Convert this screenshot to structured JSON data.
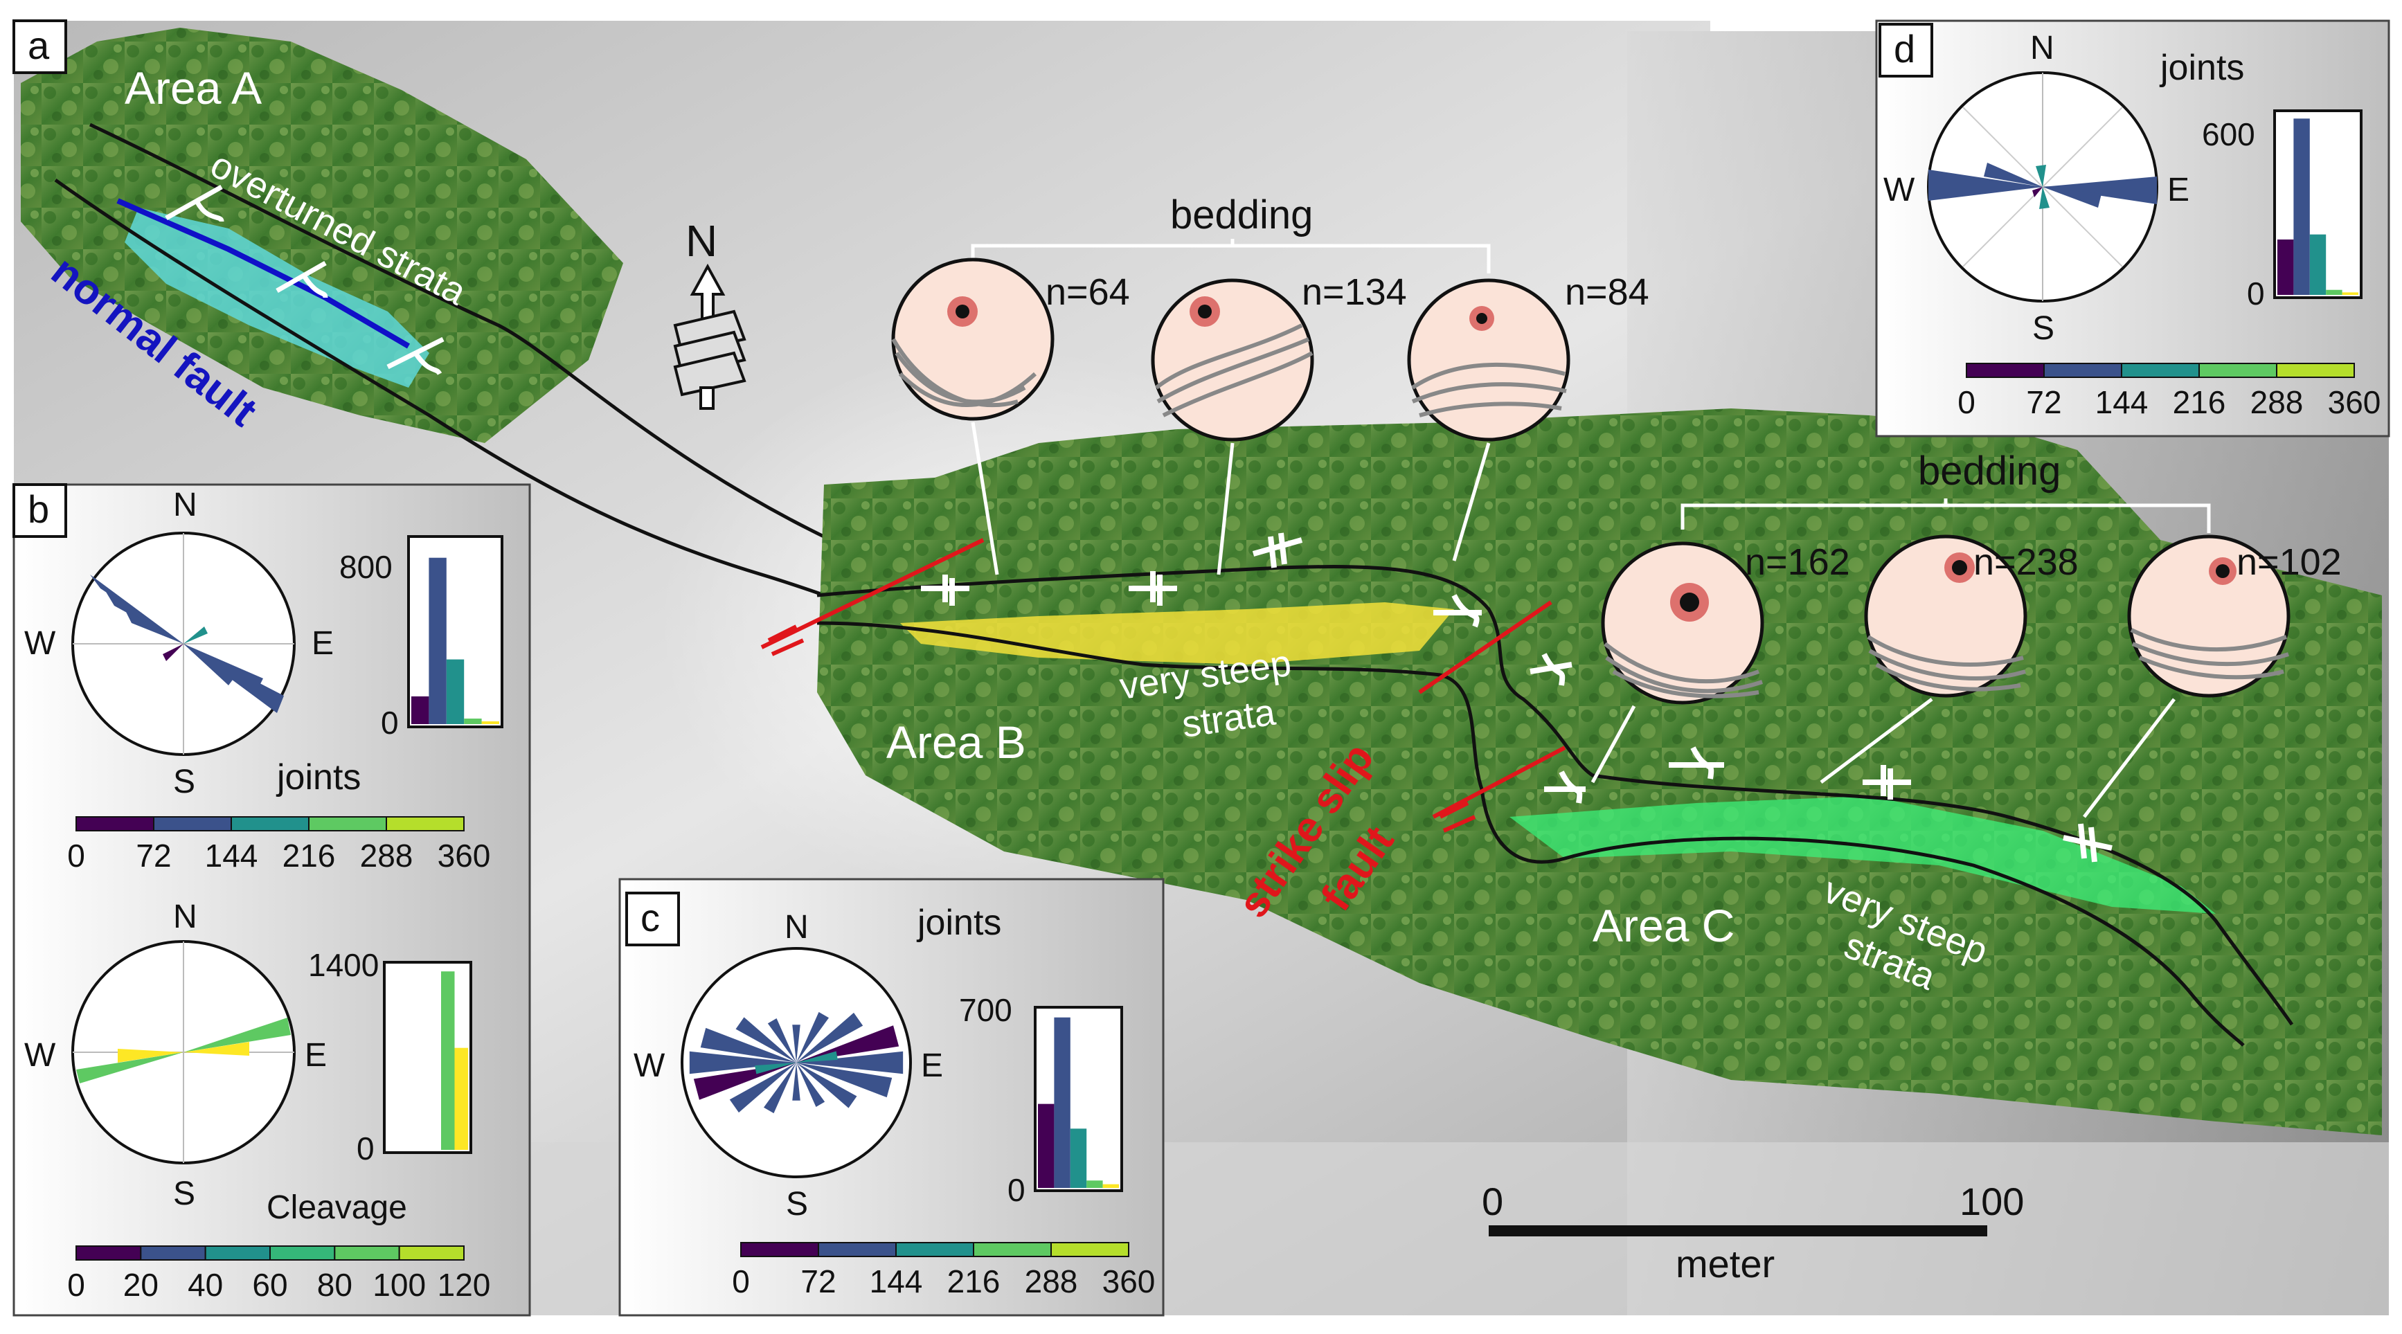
{
  "panel_letters": {
    "a": "a",
    "b": "b",
    "c": "c",
    "d": "d"
  },
  "areas": {
    "a": "Area A",
    "b": "Area B",
    "c": "Area C"
  },
  "labels": {
    "overturned": "overturned strata",
    "normal_fault": "normal fault",
    "strike_slip_1": "strike slip",
    "strike_slip_2": "fault",
    "very_steep_b_1": "very steep",
    "very_steep_b_2": "strata",
    "very_steep_c_1": "very steep",
    "very_steep_c_2": "strata",
    "north_arrow": "N"
  },
  "bedding_groups": [
    {
      "label": "bedding",
      "stereonets": [
        "n=64",
        "n=134",
        "n=84"
      ]
    },
    {
      "label": "bedding",
      "stereonets": [
        "n=162",
        "n=238",
        "n=102"
      ]
    }
  ],
  "compass": {
    "n": "N",
    "s": "S",
    "e": "E",
    "w": "W"
  },
  "scale_bar": {
    "start": "0",
    "end": "100",
    "unit": "meter"
  },
  "rose_panels": {
    "b_joints": {
      "title": "joints",
      "histogram": {
        "tick_top": "800",
        "tick_zero": "0",
        "values": [
          150,
          900,
          350,
          30,
          15
        ],
        "max": 1000
      },
      "colorbar_ticks": [
        "0",
        "72",
        "144",
        "216",
        "288",
        "360"
      ]
    },
    "b_cleavage": {
      "title": "Cleavage",
      "histogram": {
        "tick_top": "1400",
        "tick_zero": "0",
        "values": [
          0,
          0,
          0,
          0,
          1400,
          800
        ],
        "max": 1450
      },
      "colorbar_ticks": [
        "0",
        "20",
        "40",
        "60",
        "80",
        "100",
        "120"
      ]
    },
    "c_joints": {
      "title": "joints",
      "histogram": {
        "tick_top": "700",
        "tick_zero": "0",
        "values": [
          340,
          690,
          240,
          30,
          15
        ],
        "max": 720
      },
      "colorbar_ticks": [
        "0",
        "72",
        "144",
        "216",
        "288",
        "360"
      ]
    },
    "d_joints": {
      "title": "joints",
      "histogram": {
        "tick_top": "600",
        "tick_zero": "0",
        "values": [
          220,
          700,
          240,
          20,
          10
        ],
        "max": 720
      },
      "colorbar_ticks": [
        "0",
        "72",
        "144",
        "216",
        "288",
        "360"
      ]
    }
  },
  "colors": {
    "viridis": [
      "#440154",
      "#3b528b",
      "#21918c",
      "#5ec962",
      "#fde725"
    ],
    "fault_red": "#e0161b",
    "normal_fault_blue": "#1010c8",
    "stereonet_fill": "#fbe3d8",
    "vegetation": "#5a8a3a"
  }
}
